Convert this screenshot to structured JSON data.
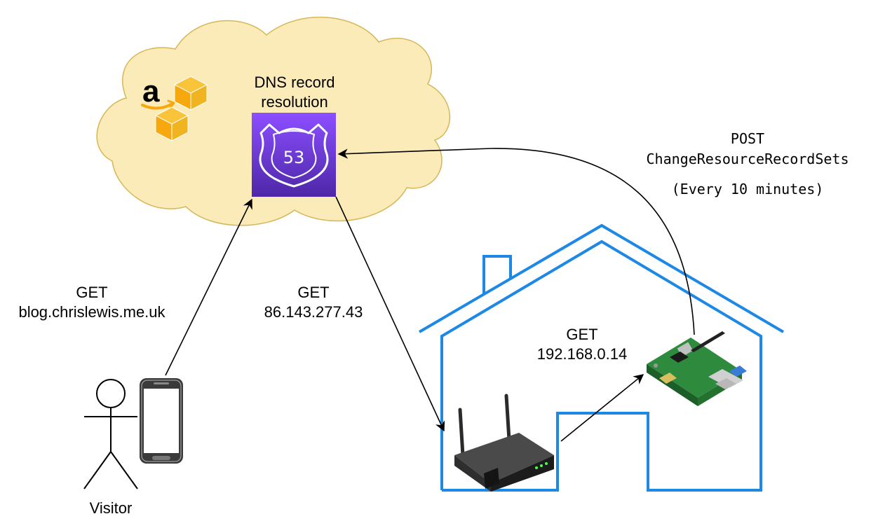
{
  "cloud": {
    "service_label_line1": "DNS record",
    "service_label_line2": "resolution",
    "route53_badge_number": "53",
    "fill_color": "#FAEBB9",
    "stroke_color": "#D6B656"
  },
  "house": {
    "stroke_color": "#1E88E5"
  },
  "edges": {
    "visitor_request": {
      "method": "GET",
      "target": "blog.chrislewis.me.uk"
    },
    "dns_to_router": {
      "method": "GET",
      "target": "86.143.277.43"
    },
    "router_to_pi": {
      "method": "GET",
      "target": "192.168.0.14"
    },
    "pi_update": {
      "method": "POST",
      "target": "ChangeResourceRecordSets",
      "schedule": "(Every 10 minutes)"
    }
  },
  "visitor": {
    "label": "Visitor"
  },
  "icons": {
    "amazon": "amazon-logo-icon",
    "route53": "route53-icon",
    "phone": "smartphone-icon",
    "person": "person-icon",
    "router": "wifi-router-icon",
    "raspberry_pi": "raspberry-pi-icon",
    "house": "house-outline"
  },
  "colors": {
    "route53_top": "#8C4FFF",
    "route53_bottom": "#4D27A8",
    "amazon_orange": "#F7A80D"
  }
}
